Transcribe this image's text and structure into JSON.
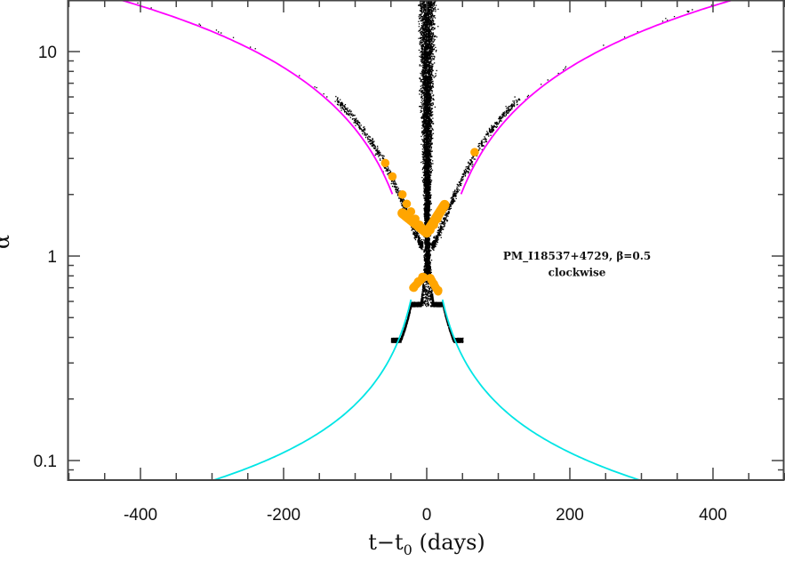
{
  "chart_data": {
    "type": "scatter",
    "title": "",
    "xlabel": "t−t0 (days)",
    "xlabel_main": "t−t",
    "xlabel_sub": "0",
    "xlabel_tail": " (days)",
    "ylabel": "α",
    "xlim": [
      -500,
      500
    ],
    "ylim": [
      0.08,
      17.9
    ],
    "yscale": "log",
    "grid": false,
    "legend": null,
    "x_ticks": {
      "major": [
        -400,
        -200,
        0,
        200,
        400
      ],
      "labels": [
        "-400",
        "-200",
        "0",
        "200",
        "400"
      ],
      "minor_step": 50
    },
    "y_ticks": {
      "major": [
        0.1,
        1,
        10
      ],
      "labels": [
        "0.1",
        "1",
        "10"
      ]
    },
    "annotations": [
      {
        "text": "PM_I18537+4729,  β=0.5",
        "x": 210,
        "y": 1.0
      },
      {
        "text": "clockwise",
        "x": 210,
        "y": 0.83
      }
    ],
    "series": [
      {
        "name": "model-upper-left",
        "kind": "line",
        "color": "#ff00ff",
        "x": [
          -432,
          -400,
          -350,
          -300,
          -250,
          -200,
          -150,
          -100,
          -75,
          -48
        ],
        "y": [
          17.9,
          16.7,
          14.6,
          12.5,
          10.5,
          8.4,
          6.3,
          4.2,
          3.15,
          2.02
        ]
      },
      {
        "name": "model-upper-right",
        "kind": "line",
        "color": "#ff00ff",
        "x": [
          48,
          75,
          100,
          150,
          200,
          250,
          300,
          350,
          400,
          432
        ],
        "y": [
          2.02,
          3.15,
          4.2,
          6.3,
          8.4,
          10.5,
          12.5,
          14.6,
          16.7,
          17.9
        ]
      },
      {
        "name": "model-lower-left",
        "kind": "line",
        "color": "#00e5e5",
        "x": [
          -300,
          -250,
          -200,
          -150,
          -100,
          -75,
          -50,
          -35,
          -22
        ],
        "y": [
          0.08,
          0.092,
          0.11,
          0.137,
          0.188,
          0.235,
          0.322,
          0.426,
          0.612
        ]
      },
      {
        "name": "model-lower-right",
        "kind": "line",
        "color": "#00e5e5",
        "x": [
          22,
          35,
          50,
          75,
          100,
          150,
          200,
          250,
          300
        ],
        "y": [
          0.612,
          0.426,
          0.322,
          0.235,
          0.188,
          0.137,
          0.11,
          0.092,
          0.08
        ]
      },
      {
        "name": "observed",
        "kind": "scatter",
        "color": "#ffa500",
        "x": [
          -58,
          -48,
          -34,
          -28,
          -22,
          -16,
          -10,
          -5,
          0,
          5,
          10,
          15,
          20,
          25,
          67,
          -18,
          -12,
          -6,
          5,
          10,
          16
        ],
        "y": [
          2.85,
          2.45,
          2.0,
          1.8,
          1.65,
          1.52,
          1.42,
          1.34,
          1.3,
          1.34,
          1.42,
          1.52,
          1.65,
          1.78,
          3.22,
          0.7,
          0.75,
          0.79,
          0.78,
          0.73,
          0.68
        ]
      },
      {
        "name": "simulations",
        "kind": "scatter-cloud",
        "color": "#000000",
        "description": "dense black point cloud: narrow vertical column around t=0 from alpha~0.8 up to top; V-shaped arms along magenta curves; triangular cluster alpha 0.4–0.9 near t=0 along cyan curves"
      }
    ]
  }
}
